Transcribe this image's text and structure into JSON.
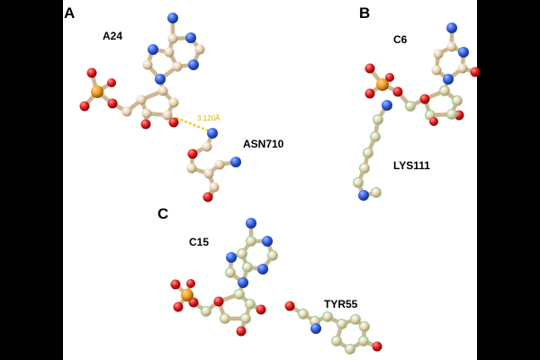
{
  "figure": {
    "background": "#ffffff",
    "side_bars": "#000000"
  },
  "panels": [
    {
      "letter": "A",
      "nucleotide": "A24",
      "residue": "ASN710",
      "distance": "3.120Å"
    },
    {
      "letter": "B",
      "nucleotide": "C6",
      "residue": "LYS111"
    },
    {
      "letter": "C",
      "nucleotide": "C15",
      "residue": "TYR55"
    }
  ],
  "atom_colors": {
    "carbon": "#e6d3b3",
    "nitrogen": "#2f5fe0",
    "oxygen": "#e01818",
    "phosphorus": "#f09a1a",
    "hbond": "#e8c800",
    "highlight_outline": "#8fd18f"
  }
}
